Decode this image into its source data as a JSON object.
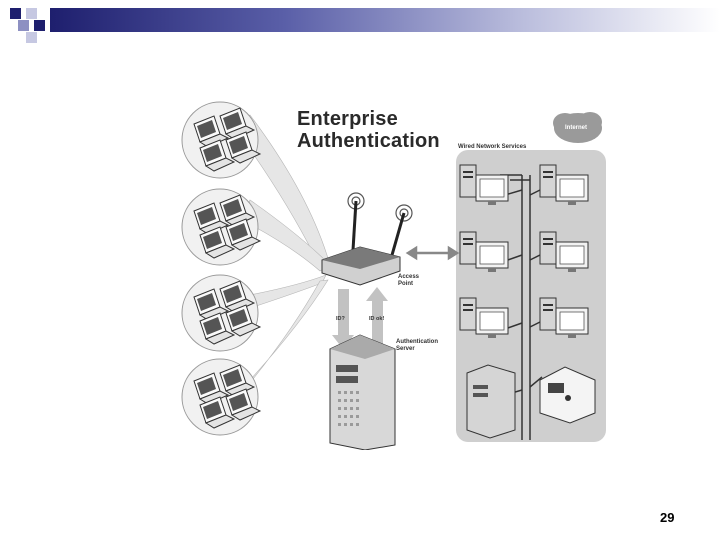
{
  "slide": {
    "title_line1": "Enterprise",
    "title_line2": "Authentication",
    "page_number": "29"
  },
  "labels": {
    "internet": "Internet",
    "wired": "Wired Network Services",
    "ap_line1": "Access",
    "ap_line2": "Point",
    "auth_line1": "Authentication",
    "auth_line2": "Server",
    "id_query": "ID?",
    "id_ok": "ID ok!"
  },
  "colors": {
    "header_dark": "#1e1f6e",
    "panel_gray": "#cfcfcf"
  }
}
